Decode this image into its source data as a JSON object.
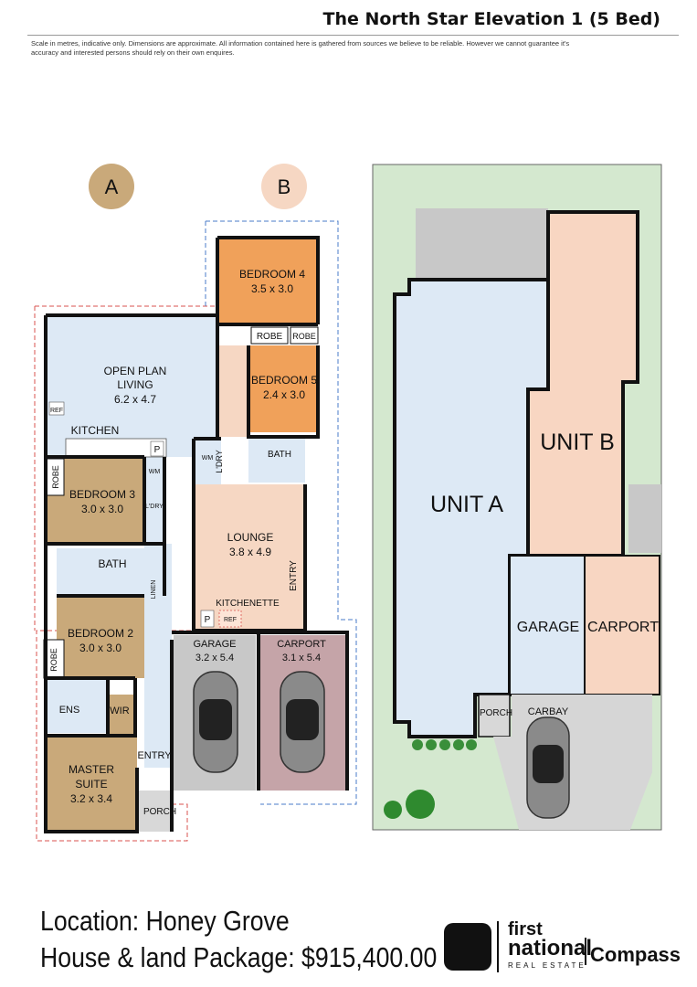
{
  "header": {
    "title": "The North Star Elevation 1 (5 Bed)",
    "disclaimer": "Scale in metres, indicative only. Dimensions are approximate. All information contained here is gathered from sources we believe to be reliable. However we cannot guarantee it's accuracy and interested persons should rely on their own enquires."
  },
  "markers": {
    "a": "A",
    "b": "B"
  },
  "unit_a": {
    "open_plan": [
      "OPEN PLAN",
      "LIVING",
      "6.2 x 4.7"
    ],
    "ref": "REF",
    "kitchen": "KITCHEN",
    "pantry": "P",
    "robe": "ROBE",
    "bedroom3": [
      "BEDROOM 3",
      "3.0 x 3.0"
    ],
    "wm": "WM",
    "ldry": "L'DRY",
    "bath": "BATH",
    "linen": "LINEN",
    "bedroom2": [
      "BEDROOM 2",
      "3.0 x 3.0"
    ],
    "ens": "ENS",
    "wir": "WIR",
    "entry": "ENTRY",
    "master": [
      "MASTER",
      "SUITE",
      "3.2 x 3.4"
    ],
    "porch": "PORCH"
  },
  "unit_b": {
    "bedroom4": [
      "BEDROOM 4",
      "3.5 x 3.0"
    ],
    "robe": "ROBE",
    "bedroom5": [
      "BEDROOM 5",
      "2.4 x 3.0"
    ],
    "bath": "BATH",
    "wm": "WM",
    "ldry": "L'DRY",
    "lounge": [
      "LOUNGE",
      "3.8 x 4.9"
    ],
    "entry": "ENTRY",
    "kitchenette": "KITCHENETTE",
    "pantry": "P",
    "ref": "REF",
    "garage": [
      "GARAGE",
      "3.2 x 5.4"
    ],
    "carport": [
      "CARPORT",
      "3.1 x 5.4"
    ]
  },
  "site_plan": {
    "unit_a": "UNIT A",
    "unit_b": "UNIT B",
    "garage": "GARAGE",
    "carport": "CARPORT",
    "porch": "PORCH",
    "carbay": "CARBAY"
  },
  "footer": {
    "location": "Location: Honey Grove",
    "package": "House & land Package: $915,400.00"
  },
  "logo": {
    "line1": "first",
    "line2": "national",
    "line3": "REAL ESTATE",
    "line4": "Compass"
  },
  "colors": {
    "marker_a": "#c9a97a",
    "marker_b": "#f6d7c3",
    "unit_a_room": "#dde9f5",
    "unit_a_bed": "#c9a97a",
    "unit_b_bed": "#f0a15a",
    "unit_b_living": "#f6d7c3",
    "garage": "#c8c8c8",
    "carport": "#c5a4a8",
    "grass": "#d4e8cf"
  }
}
